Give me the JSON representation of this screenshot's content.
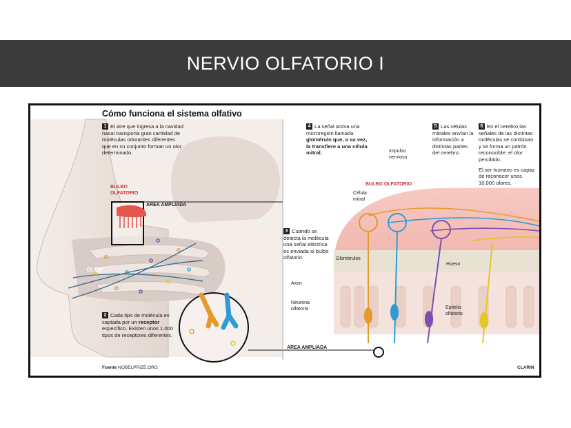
{
  "slide": {
    "title": "NERVIO OLFATORIO I"
  },
  "figure": {
    "title": "Cómo funciona el sistema olfativo",
    "steps": [
      {
        "num": "1",
        "text": "El aire que ingresa a la cavidad nasal transporta gran cantidad de moléculas odorantes diferentes que en su conjunto forman un olor determinado."
      },
      {
        "num": "2",
        "pre": "Cada tipo de molécula es captada por un ",
        "bold": "receptor",
        "post": " específico. Existen unos 1.000 tipos de receptores diferentes."
      },
      {
        "num": "3",
        "text": "Cuando se detecta la molécula una señal eléctrica es enviada al bulbo olfatorio."
      },
      {
        "num": "4",
        "pre": "La señal activa una microregión llamada ",
        "bold": "glomérulo que, a su vez, la transfiere a una célula mitral."
      },
      {
        "num": "5",
        "text": "Las células mitrales envían la información a distintas partes del cerebro."
      },
      {
        "num": "6",
        "text": "En el cerebro las señales de las distintas moléculas se combinan y se forma un patrón reconocible: el olor percibido.",
        "extra": "El ser humano es capaz de reconocer unos 10.000 olores."
      }
    ],
    "labels": {
      "bulbo_left": "BULBO OLFATORIO",
      "area_ampliada_top": "AREA AMPLIADA",
      "area_ampliada_bottom": "AREA AMPLIADA",
      "olor": "OLOR",
      "impulso": "Impulso nervioso",
      "bulbo_right": "BULBO OLFATORIO",
      "celula_mitral": "Célula mitral",
      "glomerulos": "Glomérulos",
      "hueso": "Hueso",
      "axon": "Axon",
      "neurona": "Neurona olfatoria",
      "epitelio": "Epitelio olfatorio"
    },
    "source_label": "Fuente",
    "source": "NOBELPRIZE.ORG",
    "credit": "CLARIN",
    "colors": {
      "banner": "#3b3b3b",
      "bulb_red": "#c8323a",
      "orange": "#e49a2e",
      "blue": "#2e9bd6",
      "purple": "#7a4fb0",
      "yellow": "#e3c722"
    }
  }
}
